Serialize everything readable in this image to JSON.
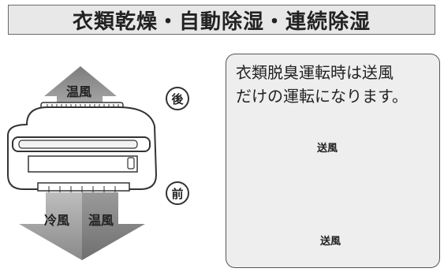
{
  "title": "衣類乾燥・自動除湿・連続除湿",
  "labels": {
    "rear": "後",
    "front": "前",
    "warm_air_top": "温風",
    "cold_air": "冷風",
    "warm_air_bottom": "温風"
  },
  "note": {
    "line1": "衣類脱臭運転時は送風",
    "line2": "だけの運転になります。"
  },
  "fan_labels": {
    "top": "送風",
    "bottom": "送風"
  }
}
